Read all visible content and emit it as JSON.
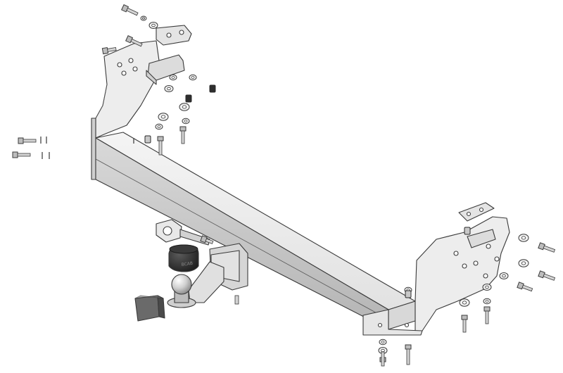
{
  "diagram": {
    "kind": "exploded-parts-view",
    "subject": "tow-bar-assembly",
    "colors": {
      "background": "#ffffff",
      "outline": "#3a3a3a",
      "metal_light": "#e6e6e6",
      "metal_mid": "#cfcfcf",
      "metal_dark": "#a9a9a9",
      "rubber": "#2b2b2b",
      "cover": "#555555"
    },
    "ball_embossing": "BCAB",
    "parts": [
      {
        "id": "crossbar",
        "icon": "crossbar-beam"
      },
      {
        "id": "left-bracket",
        "icon": "side-bracket"
      },
      {
        "id": "right-bracket",
        "icon": "side-bracket"
      },
      {
        "id": "tow-ball",
        "icon": "tow-ball"
      },
      {
        "id": "ball-cover",
        "icon": "rubber-cover"
      },
      {
        "id": "socket-plate",
        "icon": "socket-plate"
      },
      {
        "id": "receiver-cover",
        "icon": "square-cap"
      },
      {
        "id": "bolts",
        "icon": "bolt"
      },
      {
        "id": "washers",
        "icon": "washer"
      },
      {
        "id": "nuts",
        "icon": "nut"
      }
    ]
  }
}
